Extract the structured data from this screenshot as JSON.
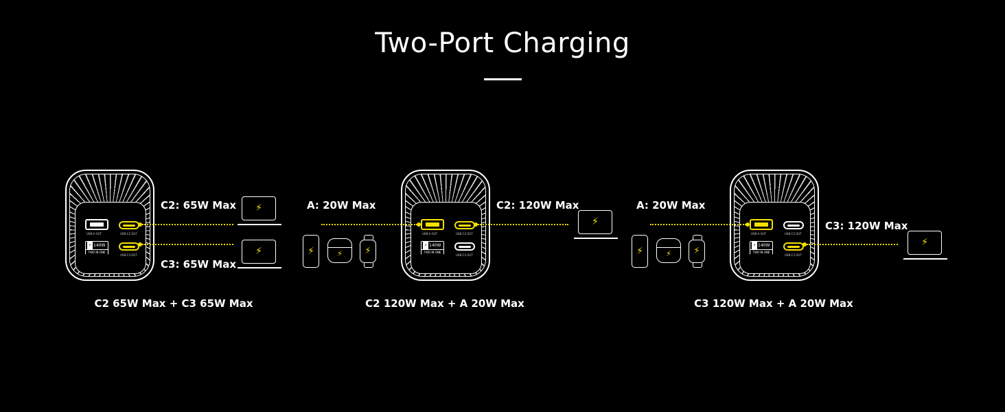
{
  "title": "Two-Port Charging",
  "charger": {
    "usb_a": "USB-A OUT",
    "usb_c2": "USB-C2 OUT",
    "usb_c3": "USB-C3 OUT",
    "badge_watt": "140W",
    "badge_sub": "TWO IN ONE"
  },
  "scenarios": [
    {
      "labels": [
        "C2: 65W Max",
        "C3: 65W Max"
      ],
      "caption": "C2 65W Max + C3 65W Max"
    },
    {
      "labels": [
        "A: 20W Max",
        "C2: 120W Max"
      ],
      "caption": "C2 120W Max + A 20W Max"
    },
    {
      "labels": [
        "A: 20W Max",
        "C3: 120W Max"
      ],
      "caption": "C3 120W Max + A 20W Max"
    }
  ],
  "colors": {
    "accent": "#f5e000",
    "background": "#000000"
  },
  "icons": {
    "bolt": "⚡"
  }
}
